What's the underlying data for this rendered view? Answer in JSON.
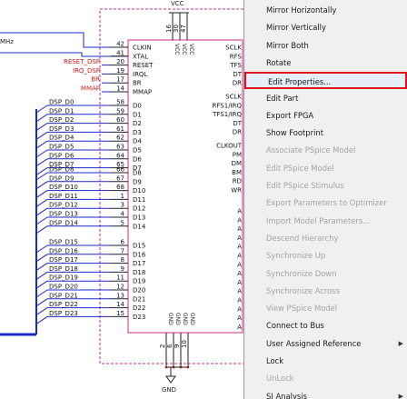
{
  "schematic": {
    "top_net": "VCC",
    "bottom_net": "GND",
    "freq_label": "MHz",
    "part_top_pins": [
      "16",
      "30",
      "47"
    ],
    "part_bottom_pins": [
      "2",
      "6",
      "9",
      "10"
    ],
    "left_pins": [
      {
        "num": "42",
        "name": "CLKIN",
        "net": ""
      },
      {
        "num": "41",
        "name": "XTAL",
        "net": ""
      },
      {
        "num": "20",
        "name": "RESET",
        "net": "RESET_DSP"
      },
      {
        "num": "19",
        "name": "IRQL",
        "net": "IRQ_DSP"
      },
      {
        "num": "17",
        "name": "BR",
        "net": "BR"
      },
      {
        "num": "14",
        "name": "MMAP",
        "net": "MMAP"
      },
      {
        "num": "58",
        "name": "D0",
        "net": "DSP_D0"
      },
      {
        "num": "59",
        "name": "D1",
        "net": "DSP_D1"
      },
      {
        "num": "60",
        "name": "D2",
        "net": "DSP_D2"
      },
      {
        "num": "61",
        "name": "D3",
        "net": "DSP_D3"
      },
      {
        "num": "62",
        "name": "D4",
        "net": "DSP_D4"
      },
      {
        "num": "63",
        "name": "D5",
        "net": "DSP_D5"
      },
      {
        "num": "64",
        "name": "D6",
        "net": "DSP_D6"
      },
      {
        "num": "65",
        "name": "D7",
        "net": "DSP_D7"
      },
      {
        "num": "66",
        "name": "D8",
        "net": "DSP_D8"
      },
      {
        "num": "67",
        "name": "D9",
        "net": "DSP_D9"
      },
      {
        "num": "68",
        "name": "D10",
        "net": "DSP_D10"
      },
      {
        "num": "1",
        "name": "D11",
        "net": "DSP_D11"
      },
      {
        "num": "3",
        "name": "D12",
        "net": "DSP_D12"
      },
      {
        "num": "4",
        "name": "D13",
        "net": "DSP_D13"
      },
      {
        "num": "5",
        "name": "D14",
        "net": "DSP_D14"
      },
      {
        "num": "6",
        "name": "D15",
        "net": "DSP_D15"
      },
      {
        "num": "7",
        "name": "D16",
        "net": "DSP_D16"
      },
      {
        "num": "8",
        "name": "D17",
        "net": "DSP_D17"
      },
      {
        "num": "9",
        "name": "D18",
        "net": "DSP_D18"
      },
      {
        "num": "11",
        "name": "D19",
        "net": "DSP_D19"
      },
      {
        "num": "12",
        "name": "D20",
        "net": "DSP_D20"
      },
      {
        "num": "13",
        "name": "D21",
        "net": "DSP_D21"
      },
      {
        "num": "14",
        "name": "D22",
        "net": "DSP_D22"
      },
      {
        "num": "15",
        "name": "D23",
        "net": "DSP_D23"
      }
    ],
    "right_pins": [
      "SCLK",
      "RFS",
      "TFS",
      "DT",
      "DR",
      "SCLK",
      "RFS1/IRQ",
      "TFS1/IRQ",
      "DT",
      "DR",
      "CLKOUT",
      "PM",
      "DM",
      "BM",
      "RD",
      "WR",
      "A",
      "A",
      "A",
      "A",
      "A",
      "A",
      "A",
      "A",
      "A",
      "A",
      "A",
      "A",
      "A",
      "A"
    ]
  },
  "context_menu": {
    "items": [
      {
        "label": "Mirror Horizontally",
        "disabled": false
      },
      {
        "label": "Mirror Vertically",
        "disabled": false
      },
      {
        "label": "Mirror Both",
        "disabled": false
      },
      {
        "label": "Rotate",
        "disabled": false
      },
      {
        "label": "Edit Properties...",
        "disabled": false,
        "selected": true
      },
      {
        "label": "Edit Part",
        "disabled": false
      },
      {
        "label": "Export FPGA",
        "disabled": false
      },
      {
        "label": "Show Footprint",
        "disabled": false
      },
      {
        "label": "Associate PSpice Model",
        "disabled": true
      },
      {
        "label": "Edit PSpice Model",
        "disabled": true
      },
      {
        "label": "Edit PSpice Stimulus",
        "disabled": true
      },
      {
        "label": "Export Parameters to Optimizer",
        "disabled": true
      },
      {
        "label": "Import Model Parameters...",
        "disabled": true
      },
      {
        "label": "Descend Hierarchy",
        "disabled": true
      },
      {
        "label": "Synchronize Up",
        "disabled": true
      },
      {
        "label": "Synchronize Down",
        "disabled": true
      },
      {
        "label": "Synchronize Across",
        "disabled": true
      },
      {
        "label": "View PSpice Model",
        "disabled": true
      },
      {
        "label": "Connect to Bus",
        "disabled": false
      },
      {
        "label": "User Assigned Reference",
        "disabled": false,
        "submenu": true
      },
      {
        "label": "Lock",
        "disabled": false
      },
      {
        "label": "UnLock",
        "disabled": true
      },
      {
        "label": "SI Analysis",
        "disabled": false,
        "submenu": true
      }
    ]
  }
}
